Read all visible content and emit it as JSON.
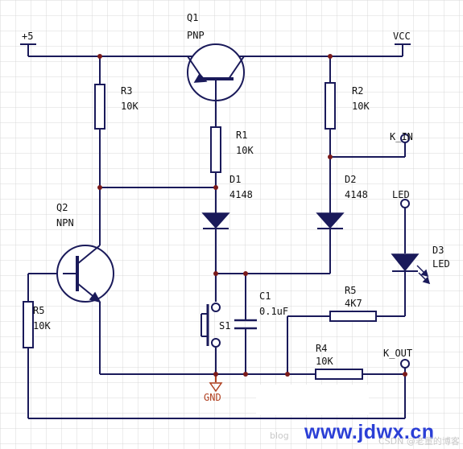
{
  "labels": {
    "plus5": "+5",
    "vcc": "VCC",
    "q1_ref": "Q1",
    "q1_type": "PNP",
    "q2_ref": "Q2",
    "q2_type": "NPN",
    "r1_ref": "R1",
    "r1_val": "10K",
    "r2_ref": "R2",
    "r2_val": "10K",
    "r3_ref": "R3",
    "r3_val": "10K",
    "r4_ref": "R4",
    "r4_val": "10K",
    "r5a_ref": "R5",
    "r5a_val": "4K7",
    "r5b_ref": "R5",
    "r5b_val": "10K",
    "d1_ref": "D1",
    "d1_val": "4148",
    "d2_ref": "D2",
    "d2_val": "4148",
    "d3_ref": "D3",
    "d3_val": "LED",
    "led_port": "LED",
    "c1_ref": "C1",
    "c1_val": "0.1uF",
    "s1_ref": "S1",
    "k_in": "K_IN",
    "k_out": "K_OUT",
    "gnd": "GND"
  },
  "watermark": {
    "site": "www.jdwx.cn",
    "blog": "blog",
    "csdn": "CSDN @老董的博客"
  },
  "colors": {
    "wire": "#1a1a5a",
    "grid": "#d9d9d9",
    "junction": "#7a1a1a",
    "gnd_text": "#b04020",
    "site": "#2b3fd6"
  }
}
